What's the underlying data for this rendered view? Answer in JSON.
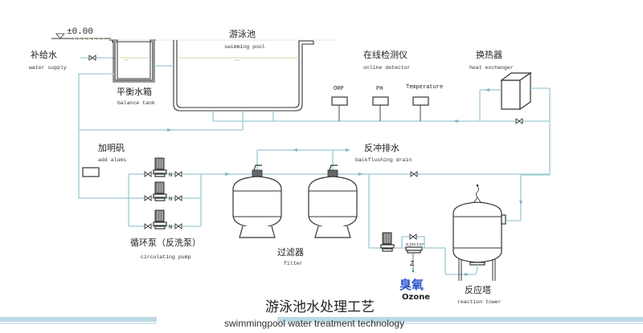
{
  "diagram": {
    "title_cn": "游泳池水处理工艺",
    "title_en": "swimmingpool water treatment technology",
    "elevation_label": "±0.00",
    "colors": {
      "pipe": "#9cc9d4",
      "equipment": "#333333",
      "ozone_accent": "#2a52c9",
      "banner": "#bcd9e6"
    },
    "components": {
      "water_supply": {
        "cn": "补给水",
        "en": "water supply"
      },
      "balance_tank": {
        "cn": "平衡水箱",
        "en": "balance tank"
      },
      "swimming_pool": {
        "cn": "游泳池",
        "en": "swimming pool"
      },
      "online_detector": {
        "cn": "在线检测仪",
        "en": "online detector"
      },
      "sensors": [
        {
          "label": "ORP"
        },
        {
          "label": "PH"
        },
        {
          "label": "Temperature"
        }
      ],
      "heat_exchanger": {
        "cn": "换热器",
        "en": "heat exchanger"
      },
      "add_alums": {
        "cn": "加明矾",
        "en": "add alums"
      },
      "backflushing_drain": {
        "cn": "反冲排水",
        "en": "backflushing drain"
      },
      "circulating_pump": {
        "cn": "循环泵（反洗泵）",
        "en": "circulating pump"
      },
      "filter": {
        "cn": "过滤器",
        "en": "filter"
      },
      "ejector": {
        "en": "ejector"
      },
      "ozone": {
        "cn": "臭氧",
        "en": "Ozone"
      },
      "reaction_tower": {
        "cn": "反应塔",
        "en": "reaction tower"
      }
    },
    "pump_count": 3,
    "filter_count": 2
  }
}
